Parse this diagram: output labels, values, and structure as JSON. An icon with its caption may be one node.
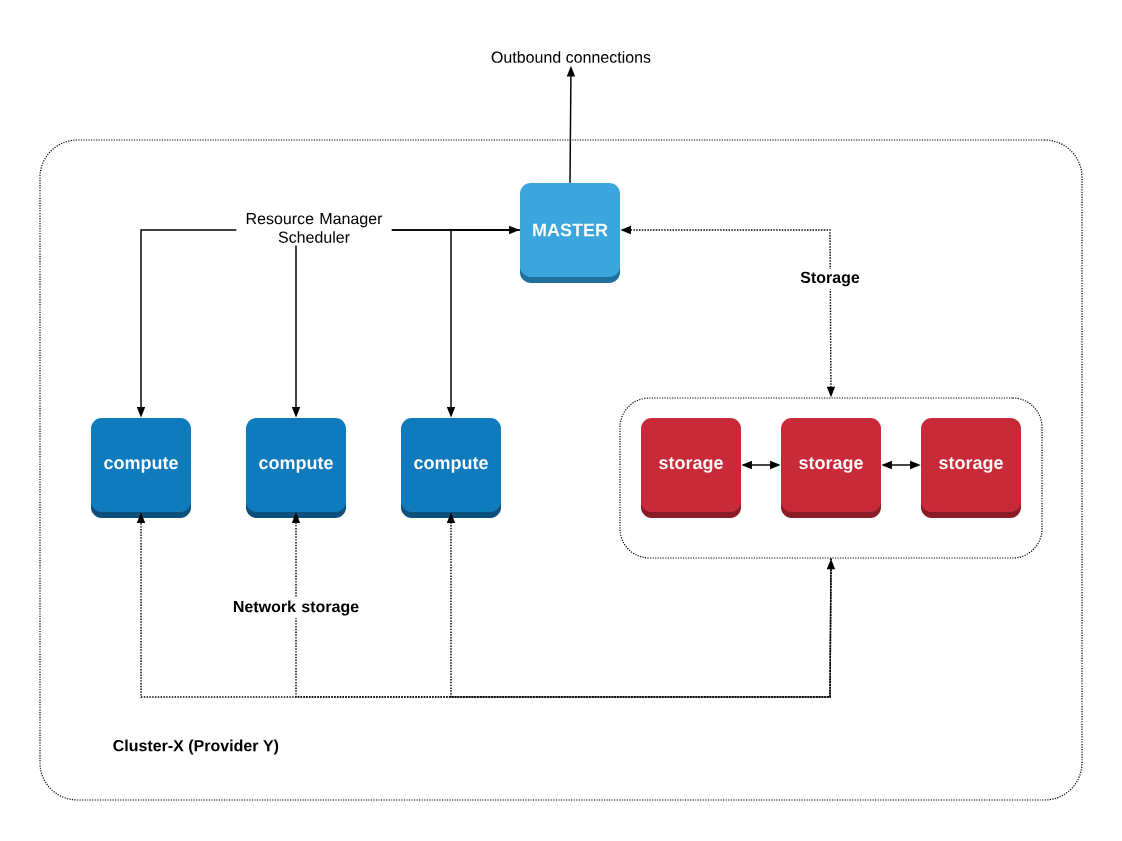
{
  "diagram": {
    "nodes": [
      {
        "text": [
          "Cluster-X (Provider Y)"
        ]
      },
      {
        "text": [
          "MASTER"
        ],
        "in": 0
      },
      {
        "text": [
          "compute"
        ],
        "in": 0
      },
      {
        "text": [
          "compute"
        ],
        "in": 0
      },
      {
        "text": [
          "compute"
        ],
        "in": 0
      },
      {
        "text": [],
        "shape": "box",
        "in": 0
      },
      {
        "text": [
          "storage"
        ],
        "in": 5
      },
      {
        "text": [
          "storage"
        ],
        "in": 5
      },
      {
        "text": [
          "storage"
        ],
        "in": 5
      },
      {
        "text": [
          "Outbound connections"
        ]
      }
    ],
    "edges": [
      {
        "from": 1,
        "to": 9,
        "arrow": "to"
      },
      {
        "from": 1,
        "to": 2,
        "arrow": "to"
      },
      {
        "from": 1,
        "to": 3,
        "arrow": "to",
        "label": "Resource Manager Scheduler"
      },
      {
        "from": 1,
        "to": 4,
        "arrow": "both"
      },
      {
        "from": 1,
        "to": 5,
        "arrow": "both",
        "style": "dashed",
        "label": "Storage"
      },
      {
        "from": 6,
        "to": 7,
        "arrow": "both"
      },
      {
        "from": 7,
        "to": 8,
        "arrow": "both"
      },
      {
        "from": 5,
        "to": 2,
        "arrow": "to",
        "style": "dashed"
      },
      {
        "from": 5,
        "to": 3,
        "arrow": "to",
        "style": "dashed",
        "label": "Network storage"
      },
      {
        "from": 5,
        "to": 4,
        "arrow": "both",
        "style": "dashed"
      }
    ]
  }
}
